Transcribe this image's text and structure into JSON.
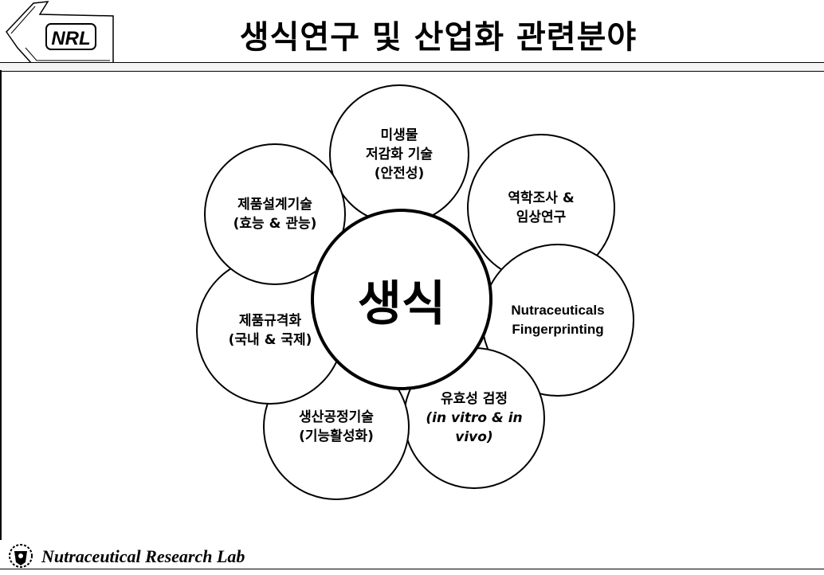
{
  "header": {
    "logo_text": "NRL",
    "title": "생식연구 및 산업화 관련분야"
  },
  "diagram": {
    "center": "생식",
    "petals": {
      "top": [
        "미생물",
        "저감화 기술",
        "(안전성)"
      ],
      "top_right": [
        "역학조사 &",
        "임상연구"
      ],
      "right": [
        "Nutraceuticals",
        "Fingerprinting"
      ],
      "bottom_right": [
        "유효성 검정",
        "(in vitro & in vivo)"
      ],
      "bottom": [
        "생산공정기술",
        "(기능활성화)"
      ],
      "left": [
        "제품규격화",
        "(국내 & 국제)"
      ],
      "top_left": [
        "제품설계기술",
        "(효능 & 관능)"
      ]
    }
  },
  "footer": {
    "lab_name": "Nutraceutical Research Lab"
  }
}
